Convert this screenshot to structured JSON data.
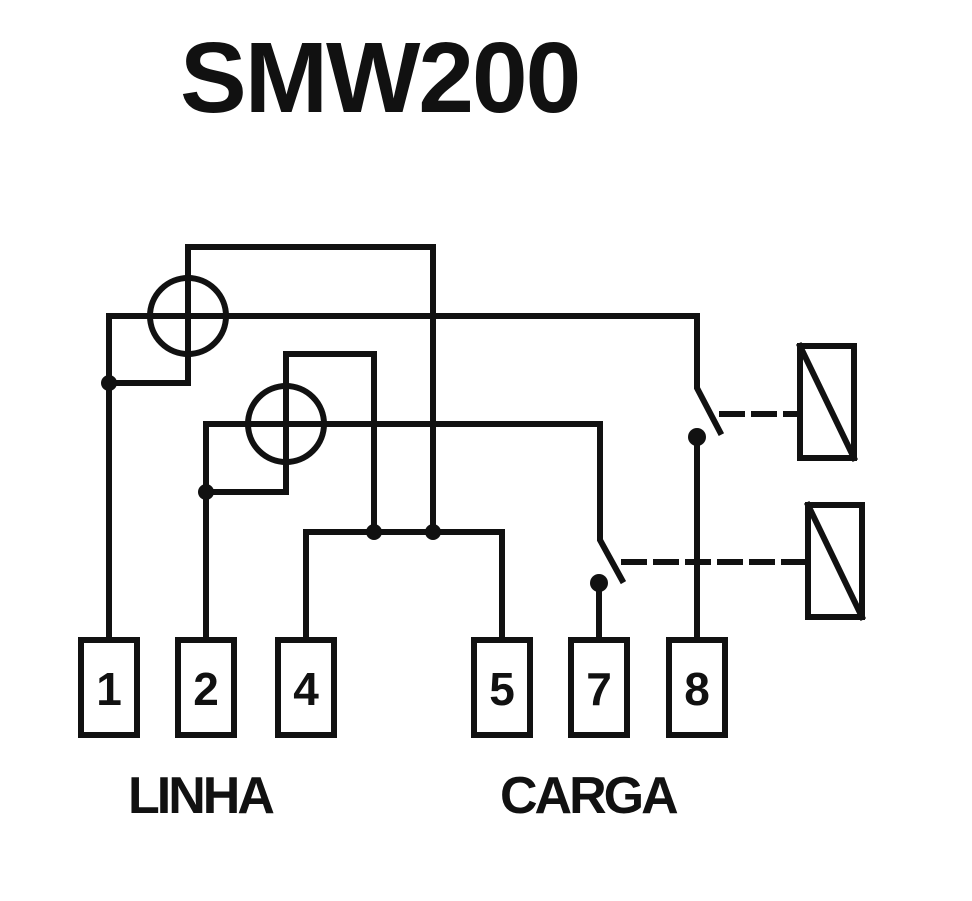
{
  "title": "SMW200",
  "terminals": [
    "1",
    "2",
    "4",
    "5",
    "7",
    "8"
  ],
  "groups": {
    "line": "LINHA",
    "load": "CARGA"
  },
  "colors": {
    "ink": "#111111",
    "background": "#ffffff"
  }
}
